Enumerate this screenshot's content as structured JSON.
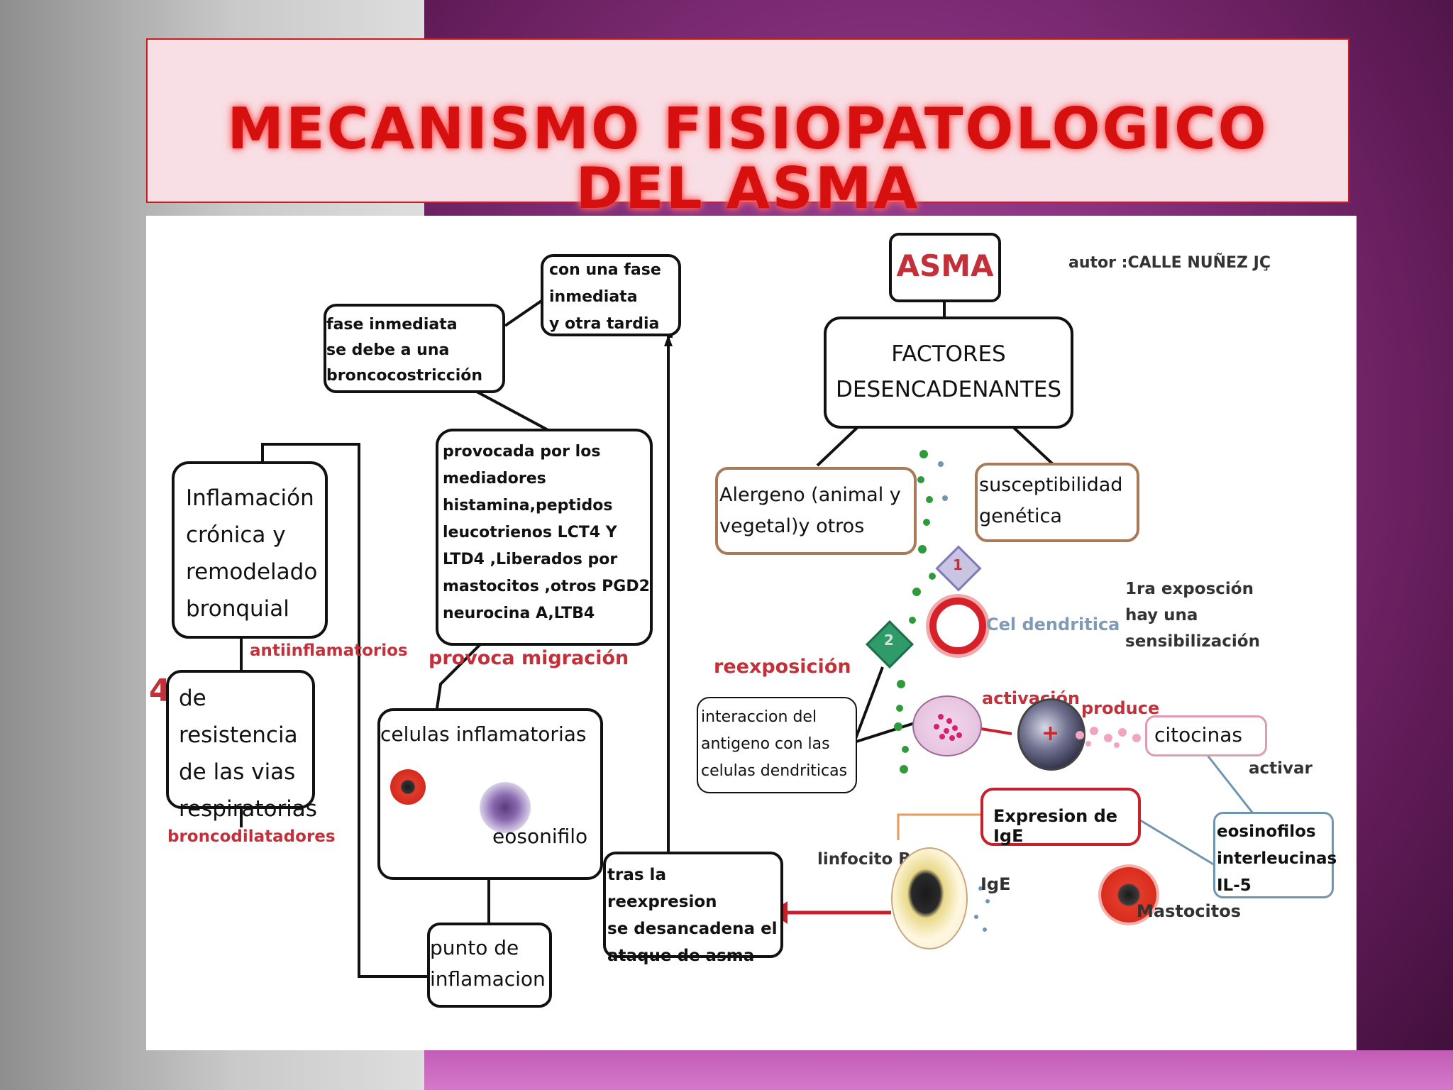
{
  "title": "MECANISMO  FISIOPATOLOGICO\nDEL ASMA",
  "diagram": {
    "asma": "ASMA",
    "autor": "autor :CALLE NUÑEZ JÇ",
    "factores": "FACTORES\nDESENCADENANTES",
    "alergeno": "Alergeno (animal y\nvegetal)y otros",
    "susceptibilidad": "susceptibilidad\ngenética",
    "exposicion": "1ra  exposción\n hay una\nsensibilización",
    "cel_dendritica": "Cel dendritica",
    "marker_1": "1",
    "marker_2": "2",
    "reexposicion": "reexposición",
    "interaccion": "interaccion  del\nantigeno  con las\ncelulas dendriticas",
    "activacion": "activación",
    "produce": "produce",
    "citocinas": "citocinas",
    "activar": "activar",
    "eosinofilos_box": "eosinofilos\ninterleucinas\nIL-5",
    "expresion_ige": "Expresion de IgE",
    "linfocito_b": "linfocito B",
    "ige": "IgE",
    "mastocitos": "Mastocitos",
    "tras": "tras la reexpresion\n se desancadena el\nataque de asma",
    "fase_inmediata": "fase inmediata\nse debe  a una\nbroncocostricción",
    "con_una_fase": "con una fase\n inmediata\n y otra tardia",
    "provocada": "provocada por     los\nmediadores\nhistamina,peptidos\nleucotrienos  LCT4 Y\nLTD4 ,Liberados por\nmastocitos ,otros PGD2\n neurocina A,LTB4",
    "provoca_migracion": "provoca migración",
    "celulas_inflamatorias": "celulas inflamatorias",
    "eosonifilo": "eosonifilo",
    "punto_inflamacion": "punto de\ninflamacion",
    "inflamacion_cronica": "Inflamación\ncrónica y\nremodelado\nbronquial",
    "antiinflamatorios": "antiinflamatorios",
    "resistencia_marker": "4",
    "resistencia": "de resistencia\nde las vias\nrespiratorias",
    "broncodilatadores": "broncodilatadores"
  },
  "colors": {
    "title_red": "#d60f0f",
    "label_red": "#c2303a",
    "brown_border": "#a87a5a",
    "pink_border": "#e29ab0",
    "blue_border": "#6f95b3",
    "crimson_border": "#c8202a",
    "green_dots": "#2f9a3a"
  }
}
